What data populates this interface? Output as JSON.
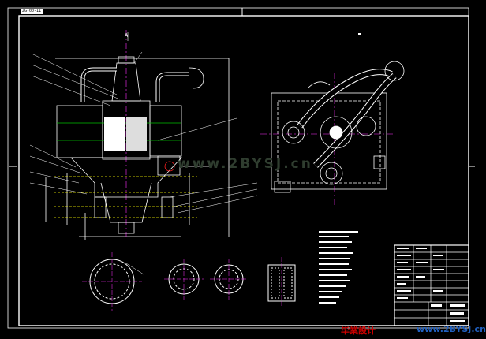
{
  "drawing": {
    "code_tag": "ZG-00-11",
    "watermark": "www.2BYSJ.cn",
    "footer_cn": "毕業設计",
    "footer_url": "www.2BYSJ.cn",
    "section_mark_a": "A",
    "colors": {
      "background": "#000000",
      "line": "#ffffff",
      "green": "#00c000",
      "magenta": "#ff30ff",
      "red": "#ff2020",
      "yellow": "#ffff00",
      "cyan": "#20ffff"
    }
  }
}
